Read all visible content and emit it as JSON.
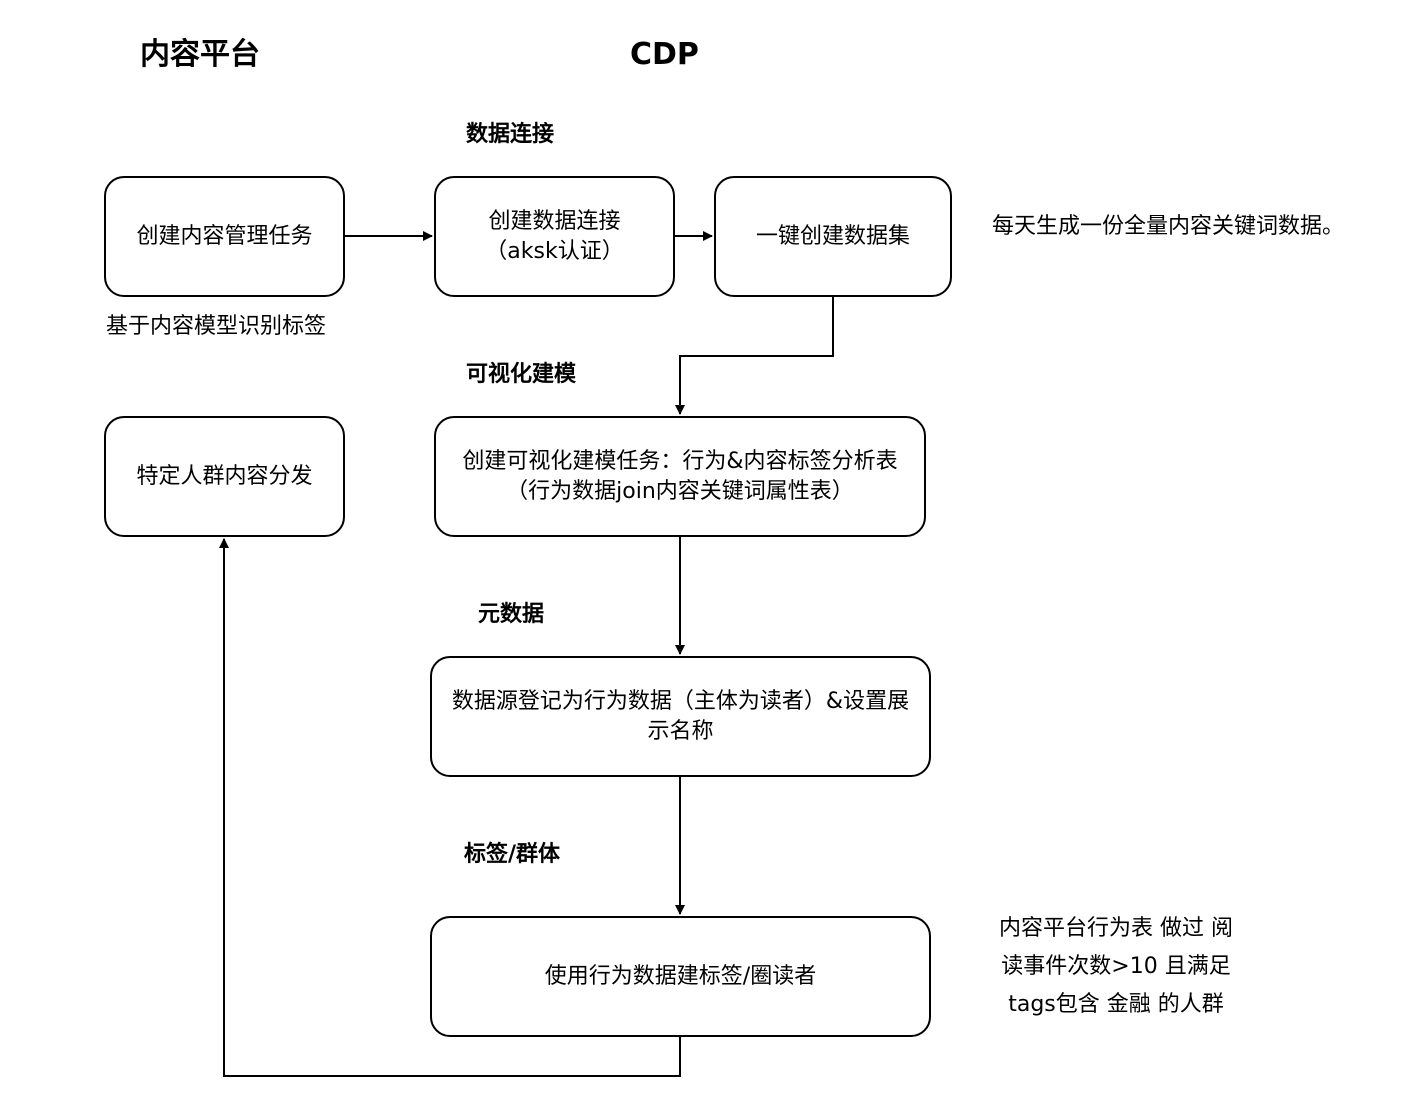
{
  "columns": {
    "content_platform": "内容平台",
    "cdp": "CDP"
  },
  "sections": {
    "data_connection": "数据连接",
    "visual_modeling": "可视化建模",
    "metadata": "元数据",
    "tags_groups": "标签/群体"
  },
  "nodes": {
    "create_content_task": "创建内容管理任务",
    "create_data_connection": {
      "line1": "创建数据连接",
      "line2": "（aksk认证）"
    },
    "one_click_dataset": "一键创建数据集",
    "targeted_distribution": "特定人群内容分发",
    "create_modeling_task": {
      "line1": "创建可视化建模任务：行为&内容标签分析表",
      "line2": "（行为数据join内容关键词属性表）"
    },
    "register_datasource": {
      "line1": "数据源登记为行为数据（主体为读者）&设置展",
      "line2": "示名称"
    },
    "build_tags": "使用行为数据建标签/圈读者"
  },
  "notes": {
    "model_tags": "基于内容模型识别标签",
    "daily_keywords": "每天生成一份全量内容关键词数据。",
    "audience_rule": {
      "line1": "内容平台行为表 做过 阅",
      "line2": "读事件次数>10 且满足",
      "line3": "tags包含 金融 的人群"
    }
  }
}
